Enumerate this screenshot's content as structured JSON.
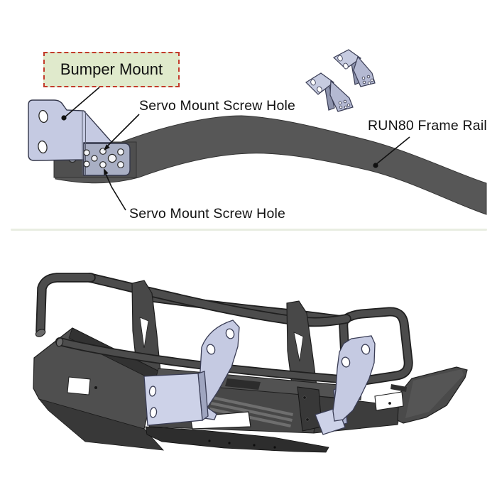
{
  "diagram_labels": {
    "bumper_mount": "Bumper Mount",
    "servo_mount_top": "Servo Mount Screw Hole",
    "servo_mount_bottom": "Servo Mount Screw Hole",
    "frame_rail": "RUN80 Frame Rail"
  },
  "colors": {
    "background": "#ffffff",
    "callout_box_bg": "#e0eacc",
    "callout_box_border": "#c23b2a",
    "text": "#111111",
    "frame_rail_gray": "#575757",
    "bumper_dark_gray": "#4a4a4a",
    "bracket_lavender": "#c5cae2",
    "bracket_lavender_shade": "#a9afc4",
    "divider": "#e9ede2"
  }
}
